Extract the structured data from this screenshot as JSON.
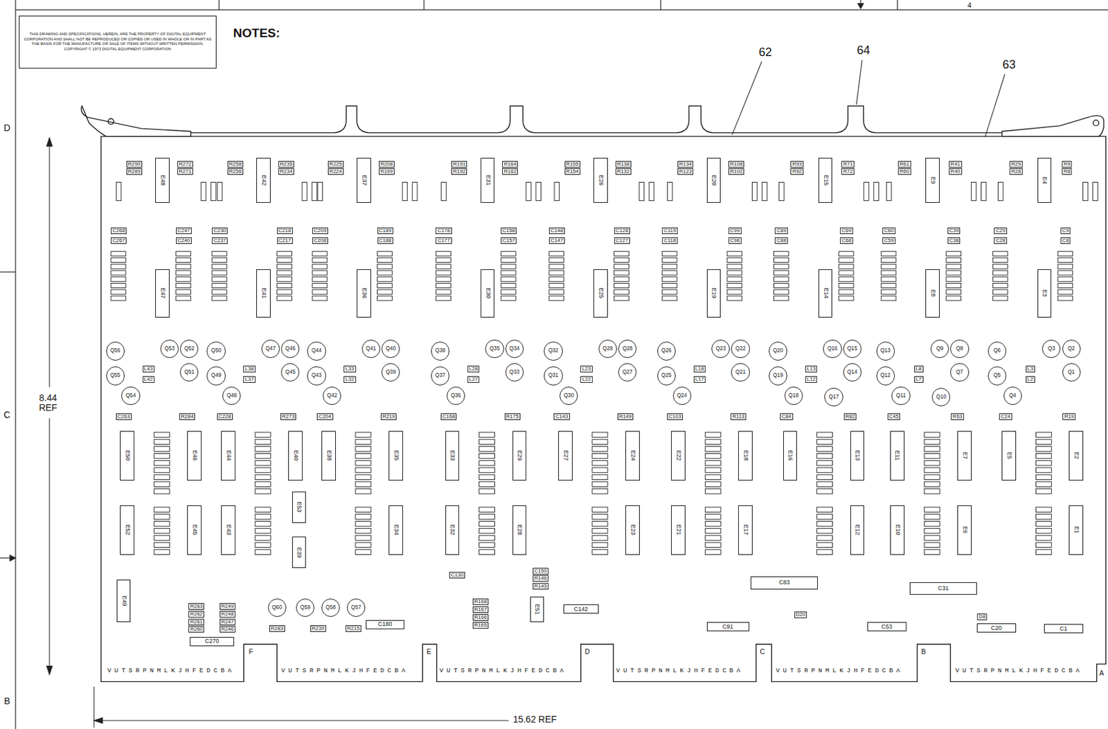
{
  "diagram": {
    "nodes": [
      {
        "text": [
          "THIS DRAWING AND SPECIFICATIONS, HEREIN, ARE THE PROPERTY OF DIGITAL EQUIPMENT CORPORATION AND SHALL NOT BE REPRODUCED OR COPIED OR USED IN WHOLE OR IN PART AS THE BASIS FOR THE MANUFACTURE OR SALE OF ITEMS WITHOUT WRITTEN PERMISSION.",
          "COPYRIGHT © 1973 DIGITAL EQUIPMENT CORPORATION"
        ]
      },
      {
        "text": [
          "E48"
        ]
      },
      {
        "text": [
          "E47"
        ]
      },
      {
        "text": [
          "E50"
        ]
      },
      {
        "text": [
          "E46"
        ]
      },
      {
        "text": [
          "E52"
        ]
      },
      {
        "text": [
          "E45"
        ]
      },
      {
        "text": [
          "E49"
        ]
      },
      {
        "text": [
          "E42"
        ]
      },
      {
        "text": [
          "E41"
        ]
      },
      {
        "text": [
          "E44"
        ]
      },
      {
        "text": [
          "E40"
        ]
      },
      {
        "text": [
          "E43"
        ]
      },
      {
        "text": [
          "E53"
        ]
      },
      {
        "text": [
          "E39"
        ]
      },
      {
        "text": [
          "E37"
        ]
      },
      {
        "text": [
          "E36"
        ]
      },
      {
        "text": [
          "E38"
        ]
      },
      {
        "text": [
          "E35"
        ]
      },
      {
        "text": [
          "E34"
        ]
      },
      {
        "text": [
          "E31"
        ]
      },
      {
        "text": [
          "E30"
        ]
      },
      {
        "text": [
          "E33"
        ]
      },
      {
        "text": [
          "E29"
        ]
      },
      {
        "text": [
          "E32"
        ]
      },
      {
        "text": [
          "E28"
        ]
      },
      {
        "text": [
          "E26"
        ]
      },
      {
        "text": [
          "E25"
        ]
      },
      {
        "text": [
          "E27"
        ]
      },
      {
        "text": [
          "E24"
        ]
      },
      {
        "text": [
          "E23"
        ]
      },
      {
        "text": [
          "E51"
        ]
      },
      {
        "text": [
          "E20"
        ]
      },
      {
        "text": [
          "E19"
        ]
      },
      {
        "text": [
          "E22"
        ]
      },
      {
        "text": [
          "E18"
        ]
      },
      {
        "text": [
          "E21"
        ]
      },
      {
        "text": [
          "E17"
        ]
      },
      {
        "text": [
          "E15"
        ]
      },
      {
        "text": [
          "E14"
        ]
      },
      {
        "text": [
          "E16"
        ]
      },
      {
        "text": [
          "E13"
        ]
      },
      {
        "text": [
          "E12"
        ]
      },
      {
        "text": [
          "E9"
        ]
      },
      {
        "text": [
          "E8"
        ]
      },
      {
        "text": [
          "E11"
        ]
      },
      {
        "text": [
          "E7"
        ]
      },
      {
        "text": [
          "E10"
        ]
      },
      {
        "text": [
          "E6"
        ]
      },
      {
        "text": [
          "E4"
        ]
      },
      {
        "text": [
          "E3"
        ]
      },
      {
        "text": [
          "E5"
        ]
      },
      {
        "text": [
          "E2"
        ]
      },
      {
        "text": [
          "E1"
        ]
      },
      {
        "text": [
          "Q56"
        ]
      },
      {
        "text": [
          "Q55"
        ]
      },
      {
        "text": [
          "Q54"
        ]
      },
      {
        "text": [
          "Q53"
        ]
      },
      {
        "text": [
          "Q52"
        ]
      },
      {
        "text": [
          "Q51"
        ]
      },
      {
        "text": [
          "Q50"
        ]
      },
      {
        "text": [
          "Q49"
        ]
      },
      {
        "text": [
          "Q48"
        ]
      },
      {
        "text": [
          "Q47"
        ]
      },
      {
        "text": [
          "Q46"
        ]
      },
      {
        "text": [
          "Q45"
        ]
      },
      {
        "text": [
          "Q44"
        ]
      },
      {
        "text": [
          "Q43"
        ]
      },
      {
        "text": [
          "Q42"
        ]
      },
      {
        "text": [
          "Q41"
        ]
      },
      {
        "text": [
          "Q40"
        ]
      },
      {
        "text": [
          "Q39"
        ]
      },
      {
        "text": [
          "Q38"
        ]
      },
      {
        "text": [
          "Q37"
        ]
      },
      {
        "text": [
          "Q36"
        ]
      },
      {
        "text": [
          "Q35"
        ]
      },
      {
        "text": [
          "Q34"
        ]
      },
      {
        "text": [
          "Q33"
        ]
      },
      {
        "text": [
          "Q32"
        ]
      },
      {
        "text": [
          "Q31"
        ]
      },
      {
        "text": [
          "Q30"
        ]
      },
      {
        "text": [
          "Q29"
        ]
      },
      {
        "text": [
          "Q28"
        ]
      },
      {
        "text": [
          "Q27"
        ]
      },
      {
        "text": [
          "Q26"
        ]
      },
      {
        "text": [
          "Q25"
        ]
      },
      {
        "text": [
          "Q24"
        ]
      },
      {
        "text": [
          "Q23"
        ]
      },
      {
        "text": [
          "Q22"
        ]
      },
      {
        "text": [
          "Q21"
        ]
      },
      {
        "text": [
          "Q20"
        ]
      },
      {
        "text": [
          "Q19"
        ]
      },
      {
        "text": [
          "Q18"
        ]
      },
      {
        "text": [
          "Q16"
        ]
      },
      {
        "text": [
          "Q15"
        ]
      },
      {
        "text": [
          "Q14"
        ]
      },
      {
        "text": [
          "Q17"
        ]
      },
      {
        "text": [
          "Q13"
        ]
      },
      {
        "text": [
          "Q12"
        ]
      },
      {
        "text": [
          "Q11"
        ]
      },
      {
        "text": [
          "Q9"
        ]
      },
      {
        "text": [
          "Q8"
        ]
      },
      {
        "text": [
          "Q7"
        ]
      },
      {
        "text": [
          "Q10"
        ]
      },
      {
        "text": [
          "Q6"
        ]
      },
      {
        "text": [
          "Q5"
        ]
      },
      {
        "text": [
          "Q4"
        ]
      },
      {
        "text": [
          "Q3"
        ]
      },
      {
        "text": [
          "Q2"
        ]
      },
      {
        "text": [
          "Q1"
        ]
      },
      {
        "text": [
          "Q60"
        ]
      },
      {
        "text": [
          "Q59"
        ]
      },
      {
        "text": [
          "Q58"
        ]
      },
      {
        "text": [
          "Q57"
        ]
      },
      {
        "text": [
          "C270"
        ]
      },
      {
        "text": [
          "C180"
        ]
      },
      {
        "text": [
          "C142"
        ]
      },
      {
        "text": [
          "C83"
        ]
      },
      {
        "text": [
          "C91"
        ]
      },
      {
        "text": [
          "C31"
        ]
      },
      {
        "text": [
          "C53"
        ]
      },
      {
        "text": [
          "C20"
        ]
      },
      {
        "text": [
          "C1"
        ]
      }
    ],
    "labels": [
      "NOTES:",
      "62",
      "64",
      "63",
      "8.44 REF",
      "15.62 REF",
      "D",
      "C",
      "B",
      "4",
      "F",
      "E",
      "D",
      "C",
      "B",
      "A",
      "VUTSRPNMLKJHFEDCBA",
      "VUTSRPNMLKJHFEDCBA",
      "VUTSRPNMLKJHFEDCBA",
      "VUTSRPNMLKJHFEDCBA",
      "VUTSRPNMLKJHFEDCBA",
      "VUTSRPNMLKJHFEDCBA",
      "R290",
      "R289",
      "R272",
      "R271",
      "C268",
      "C267",
      "C247",
      "C240",
      "L43",
      "L42",
      "C263",
      "R284",
      "R258",
      "R256",
      "R235",
      "R234",
      "C230",
      "C237",
      "C218",
      "C217",
      "L38",
      "L37",
      "C228",
      "R273",
      "R225",
      "R224",
      "R208",
      "R199",
      "C209",
      "C208",
      "C189",
      "C188",
      "L33",
      "L32",
      "C204",
      "R219",
      "R191",
      "R192",
      "R164",
      "R162",
      "C178",
      "C177",
      "C158",
      "C157",
      "L28",
      "L27",
      "C168",
      "R175",
      "R155",
      "R154",
      "R138",
      "R132",
      "C148",
      "C147",
      "C128",
      "C127",
      "L23",
      "L22",
      "C143",
      "R149",
      "R134",
      "R123",
      "R108",
      "R102",
      "C119",
      "C118",
      "C99",
      "C98",
      "L18",
      "L17",
      "C103",
      "R113",
      "R93",
      "R92",
      "R71",
      "R72",
      "C89",
      "C88",
      "C69",
      "C68",
      "L13",
      "L12",
      "C84",
      "R82",
      "R61",
      "R60",
      "R41",
      "R40",
      "C60",
      "C59",
      "C39",
      "C38",
      "L8",
      "L7",
      "C45",
      "R63",
      "R29",
      "R28",
      "R9",
      "R8",
      "C29",
      "C28",
      "C9",
      "C8",
      "L3",
      "L2",
      "C24",
      "R19",
      "R263",
      "R262",
      "R261",
      "R260",
      "R249",
      "R248",
      "R247",
      "R246",
      "R283",
      "R239",
      "R215",
      "C130",
      "R168",
      "R167",
      "R166",
      "R165",
      "C150",
      "R146",
      "R145",
      "D20",
      "D8"
    ]
  }
}
